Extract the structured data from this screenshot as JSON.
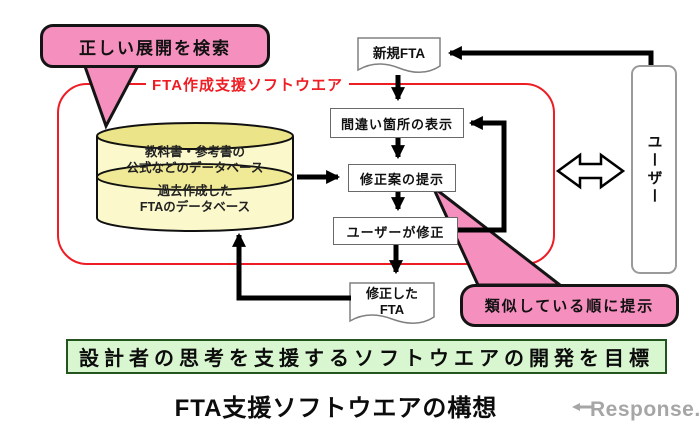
{
  "frame": {
    "label": "FTA作成支援ソフトウエア"
  },
  "bubbles": {
    "search": "正しい展開を検索",
    "similar": "類似している順に提示"
  },
  "database": {
    "top_line1": "教科書・参考書の",
    "top_line2": "公式などのデータベース",
    "bottom_line1": "過去作成した",
    "bottom_line2": "FTAのデータベース"
  },
  "nodes": {
    "new_fta": "新規FTA",
    "error_display": "間違い箇所の表示",
    "proposal": "修正案の提示",
    "user_fix": "ユーザーが修正",
    "fixed_fta_line1": "修正した",
    "fixed_fta_line2": "FTA",
    "user": "ユーザー"
  },
  "goal": "設計者の思考を支援するソフトウエアの開発を目標",
  "caption": "FTA支援ソフトウエアの構想",
  "watermark": "Response.",
  "colors": {
    "frame_red": "#ee1c23",
    "bubble_pink": "#f590be",
    "cylinder_body_yellow": "#fbf9cc",
    "cylinder_cap_yellow": "#ece489",
    "goal_green_fill": "#d8f6cf",
    "goal_green_border": "#25551f",
    "arrow_black": "#000000",
    "logo_gray": "#a6a6a6"
  }
}
